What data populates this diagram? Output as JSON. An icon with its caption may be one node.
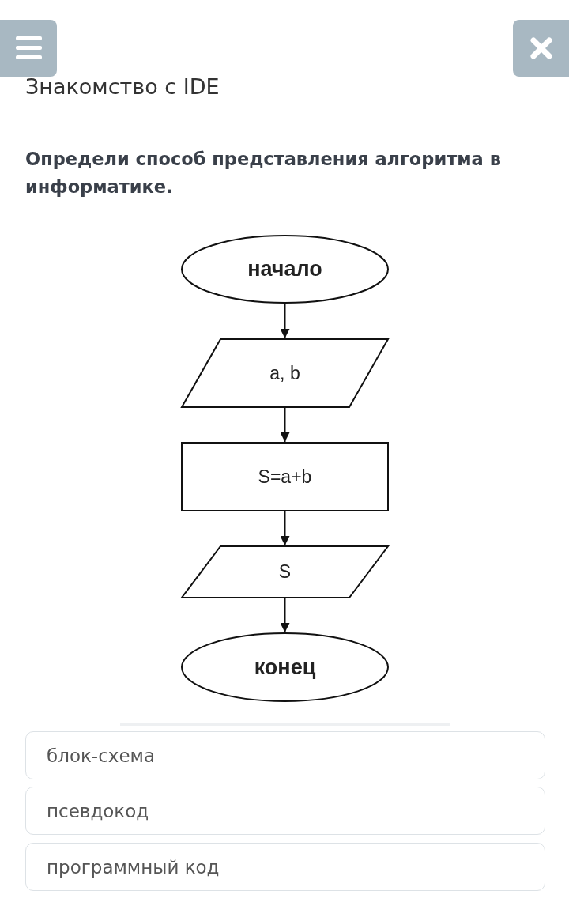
{
  "diagram": {
    "title": "Знакомство с IDE",
    "nodes": [
      {
        "text": [
          "начало"
        ]
      },
      {
        "text": [
          "a, b"
        ]
      },
      {
        "text": [
          "S=a+b"
        ]
      },
      {
        "text": [
          "S"
        ]
      },
      {
        "text": [
          "конец"
        ]
      },
      {
        "text": [
          "блок-схема"
        ]
      },
      {
        "text": [
          "псевдокод"
        ]
      },
      {
        "text": [
          "программный код"
        ]
      }
    ],
    "edges": [
      {
        "from": 0,
        "to": 1,
        "arrow": "to"
      },
      {
        "from": 1,
        "to": 2,
        "arrow": "to"
      },
      {
        "from": 2,
        "to": 3,
        "arrow": "to"
      },
      {
        "from": 3,
        "to": 4,
        "arrow": "to"
      }
    ],
    "labels": [
      "Определи способ представления алгоритма в информатике."
    ]
  }
}
